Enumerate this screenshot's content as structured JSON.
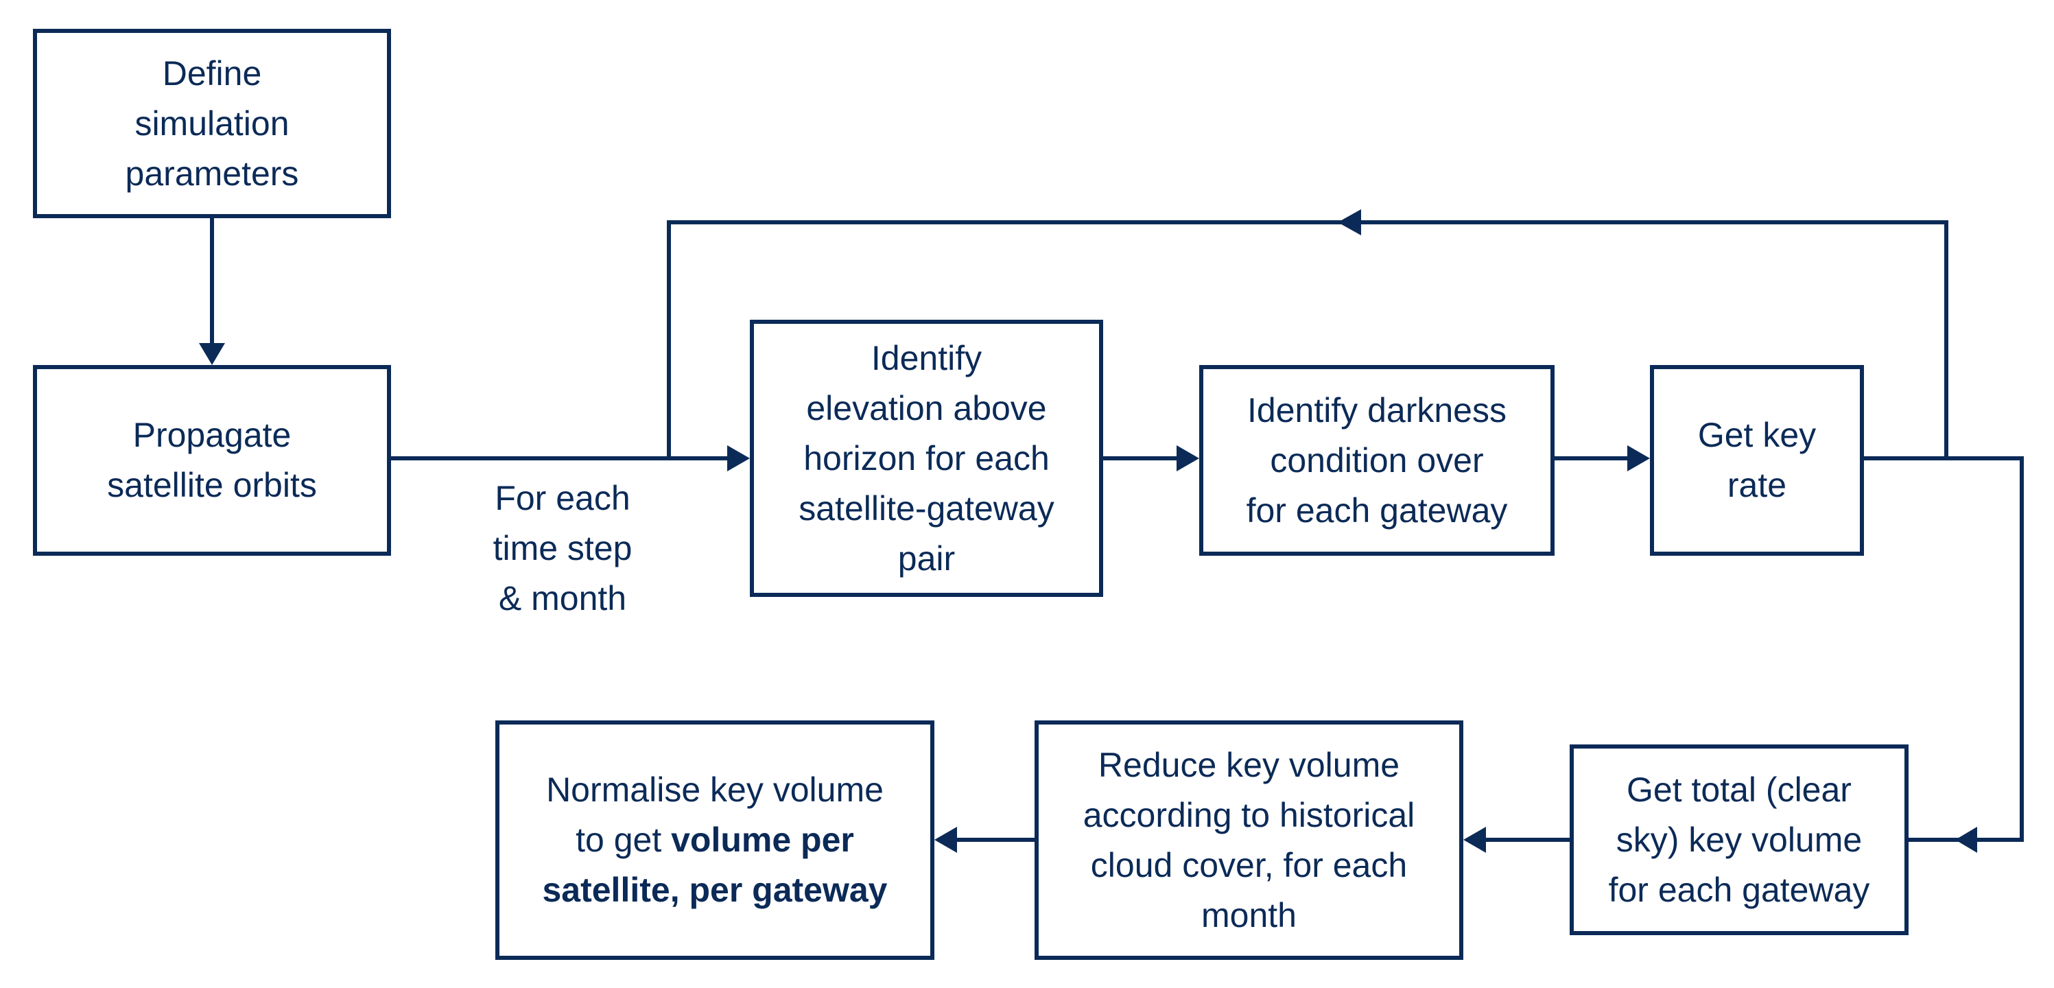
{
  "colors": {
    "primary": "#0b2a57",
    "background": "#ffffff"
  },
  "nodes": {
    "define_params": "Define\nsimulation\nparameters",
    "propagate_orbits": "Propagate\nsatellite orbits",
    "identify_elevation": "Identify\nelevation above\nhorizon for each\nsatellite-gateway\npair",
    "identify_darkness": "Identify darkness\ncondition over\nfor each gateway",
    "get_key_rate": "Get key\nrate",
    "get_total_volume": "Get total (clear\nsky) key volume\nfor each gateway",
    "reduce_volume": "Reduce key volume\naccording to historical\ncloud cover, for each\nmonth",
    "normalise_prefix": "Normalise key volume\nto get ",
    "normalise_bold": "volume per\nsatellite, per gateway"
  },
  "edge_labels": {
    "time_loop": "For each\ntime step\n& month"
  }
}
